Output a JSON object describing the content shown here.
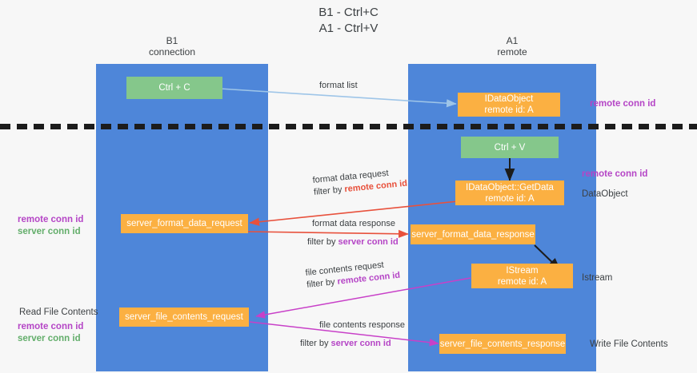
{
  "title": {
    "line1": "B1 - Ctrl+C",
    "line2": "A1 - Ctrl+V"
  },
  "columns": [
    {
      "name": "B1",
      "role": "connection"
    },
    {
      "name": "A1",
      "role": "remote"
    }
  ],
  "nodes": {
    "ctrl_c": {
      "label": "Ctrl + C"
    },
    "ctrl_v": {
      "label": "Ctrl + V"
    },
    "idataobject": {
      "label": "IDataObject",
      "sub": "remote id: A"
    },
    "idataobject_getdata": {
      "label": "IDataObject::GetData",
      "sub": "remote id: A"
    },
    "istream": {
      "label": "IStream",
      "sub": "remote id: A"
    },
    "server_format_data_request": {
      "label": "server_format_data_request"
    },
    "server_format_data_response": {
      "label": "server_format_data_response"
    },
    "server_file_contents_request": {
      "label": "server_file_contents_request"
    },
    "server_file_contents_response": {
      "label": "server_file_contents_response"
    }
  },
  "edge_labels": {
    "format_list": {
      "line1": "format list"
    },
    "format_data_request": {
      "line1": "format data request",
      "line2_prefix": "filter by ",
      "line2_key": "remote conn id"
    },
    "format_data_response": {
      "line1": "format data response",
      "line2_prefix": "filter by ",
      "line2_key": "server conn id"
    },
    "file_contents_request": {
      "line1": "file contents request",
      "line2_prefix": "filter by ",
      "line2_key": "remote conn id"
    },
    "file_contents_response": {
      "line1": "file contents response",
      "line2_prefix": "filter by ",
      "line2_key": "server conn id"
    }
  },
  "annotations": {
    "right_remote_conn_id_top": "remote conn id",
    "right_remote_conn_id_mid": "remote conn id",
    "right_dataobject": "DataObject",
    "right_istream": "Istream",
    "right_write_file_contents": "Write File Contents",
    "left_mid_remote": "remote conn id",
    "left_mid_server": "server conn id",
    "left_read_file_contents": "Read File Contents",
    "left_low_remote": "remote conn id",
    "left_low_server": "server conn id"
  },
  "colors": {
    "lane": "#4e86d9",
    "node_green": "#85c78b",
    "node_orange": "#fbb042",
    "key_purple": "#b545c6",
    "key_green": "#63ae6b",
    "key_red": "#e8513c",
    "arrow_blue": "#9ec5e8",
    "arrow_red": "#e8513c",
    "arrow_magenta": "#c840c8",
    "arrow_black": "#1c1c1c"
  }
}
